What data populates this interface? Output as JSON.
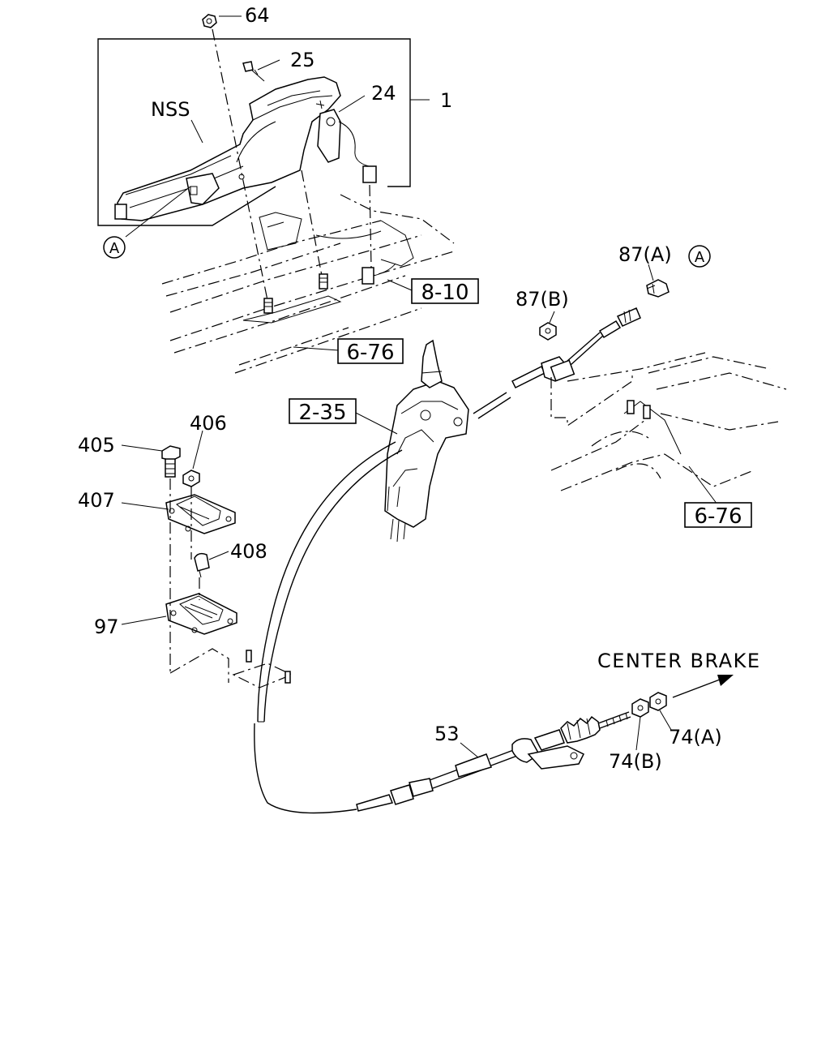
{
  "diagram": {
    "part_labels": {
      "p64": "64",
      "p25": "25",
      "p24": "24",
      "p1": "1",
      "nss": "NSS",
      "p87a": "87(A)",
      "p87b": "87(B)",
      "p405": "405",
      "p406": "406",
      "p407": "407",
      "p408": "408",
      "p97": "97",
      "p53": "53",
      "p74a": "74(A)",
      "p74b": "74(B)"
    },
    "reference_boxes": {
      "r810": "8-10",
      "r676_top": "6-76",
      "r235": "2-35",
      "r676_right": "6-76"
    },
    "callouts": {
      "a_left": "A",
      "a_right": "A"
    },
    "direction_text": "CENTER BRAKE"
  }
}
